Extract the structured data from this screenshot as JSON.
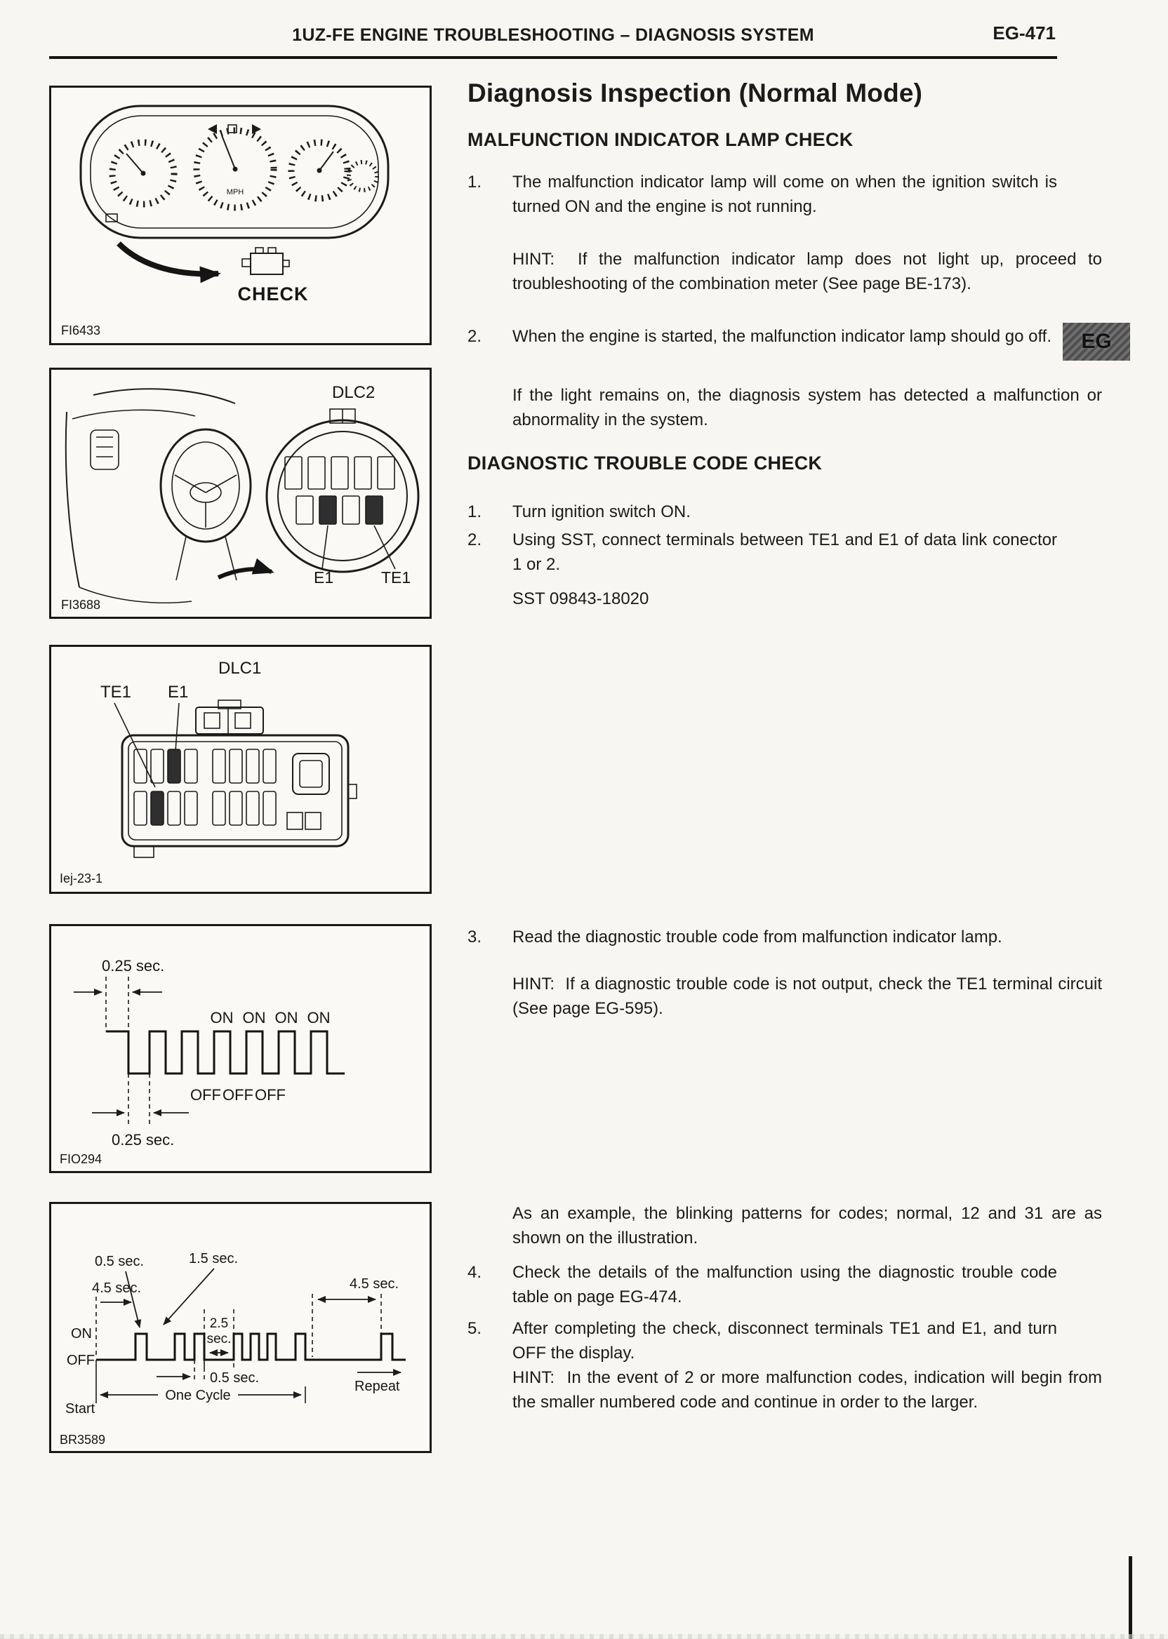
{
  "header": {
    "title": "1UZ-FE ENGINE TROUBLESHOOTING – DIAGNOSIS SYSTEM",
    "page_number": "EG-471",
    "edge_tab": "EG"
  },
  "content": {
    "title": "Diagnosis Inspection (Normal Mode)",
    "s1": {
      "heading": "MALFUNCTION INDICATOR LAMP CHECK",
      "i1_num": "1.",
      "i1_text": "The malfunction indicator lamp will come on when the ignition switch is turned ON and the engine is not running.",
      "i1_hint": "HINT:  If the malfunction indicator lamp does not light up, proceed to troubleshooting of the combination meter (See page BE-173).",
      "i2_num": "2.",
      "i2_text": "When the engine is started, the malfunction indicator lamp should go off.",
      "i2_note": "If the light remains on, the diagnosis system has detected a malfunction or abnormality in the system."
    },
    "s2": {
      "heading": "DIAGNOSTIC TROUBLE CODE CHECK",
      "i1_num": "1.",
      "i1_text": "Turn ignition switch ON.",
      "i2_num": "2.",
      "i2_text": "Using SST, connect terminals between TE1 and E1 of data link conector 1 or 2.",
      "i2_sst": "SST 09843-18020",
      "i3_num": "3.",
      "i3_text": "Read the diagnostic trouble code from malfunction indicator lamp.",
      "i3_hint": "HINT:  If a diagnostic trouble code is not output, check the TE1 terminal circuit (See page EG-595).",
      "example": "As an example, the blinking patterns for codes; normal, 12 and 31 are as shown on the illustration.",
      "i4_num": "4.",
      "i4_text": "Check the details of the malfunction using the diagnostic trouble code table on page EG-474.",
      "i5_num": "5.",
      "i5_text": "After completing the check, disconnect terminals TE1 and E1, and turn OFF the display.",
      "i5_hint": "HINT:  In the event of 2 or more malfunction codes, indication will begin from the smaller numbered code and continue in order to the larger."
    }
  },
  "figures": {
    "cluster": {
      "code": "FI6433",
      "check_label": "CHECK",
      "mph": "MPH"
    },
    "dlc2": {
      "code": "FI3688",
      "title": "DLC2",
      "e1": "E1",
      "te1": "TE1"
    },
    "dlc1": {
      "code": "Iej-23-1",
      "title": "DLC1",
      "te1": "TE1",
      "e1": "E1"
    },
    "normal_blink": {
      "code": "FIO294",
      "on_time": "0.25 sec.",
      "off_time": "0.25 sec.",
      "on_labels": [
        "ON",
        "ON",
        "ON",
        "ON"
      ],
      "off_labels": [
        "OFF",
        "OFF",
        "OFF"
      ]
    },
    "code_blink": {
      "code": "BR3589",
      "t_05": "0.5 sec.",
      "t_15": "1.5 sec.",
      "t_45_left": "4.5 sec.",
      "t_45_right": "4.5 sec.",
      "t_25_line1": "2.5",
      "t_25_line2": "sec.",
      "t_05_bottom": "0.5 sec.",
      "on": "ON",
      "off": "OFF",
      "one_cycle": "One Cycle",
      "repeat": "Repeat",
      "start": "Start"
    }
  }
}
